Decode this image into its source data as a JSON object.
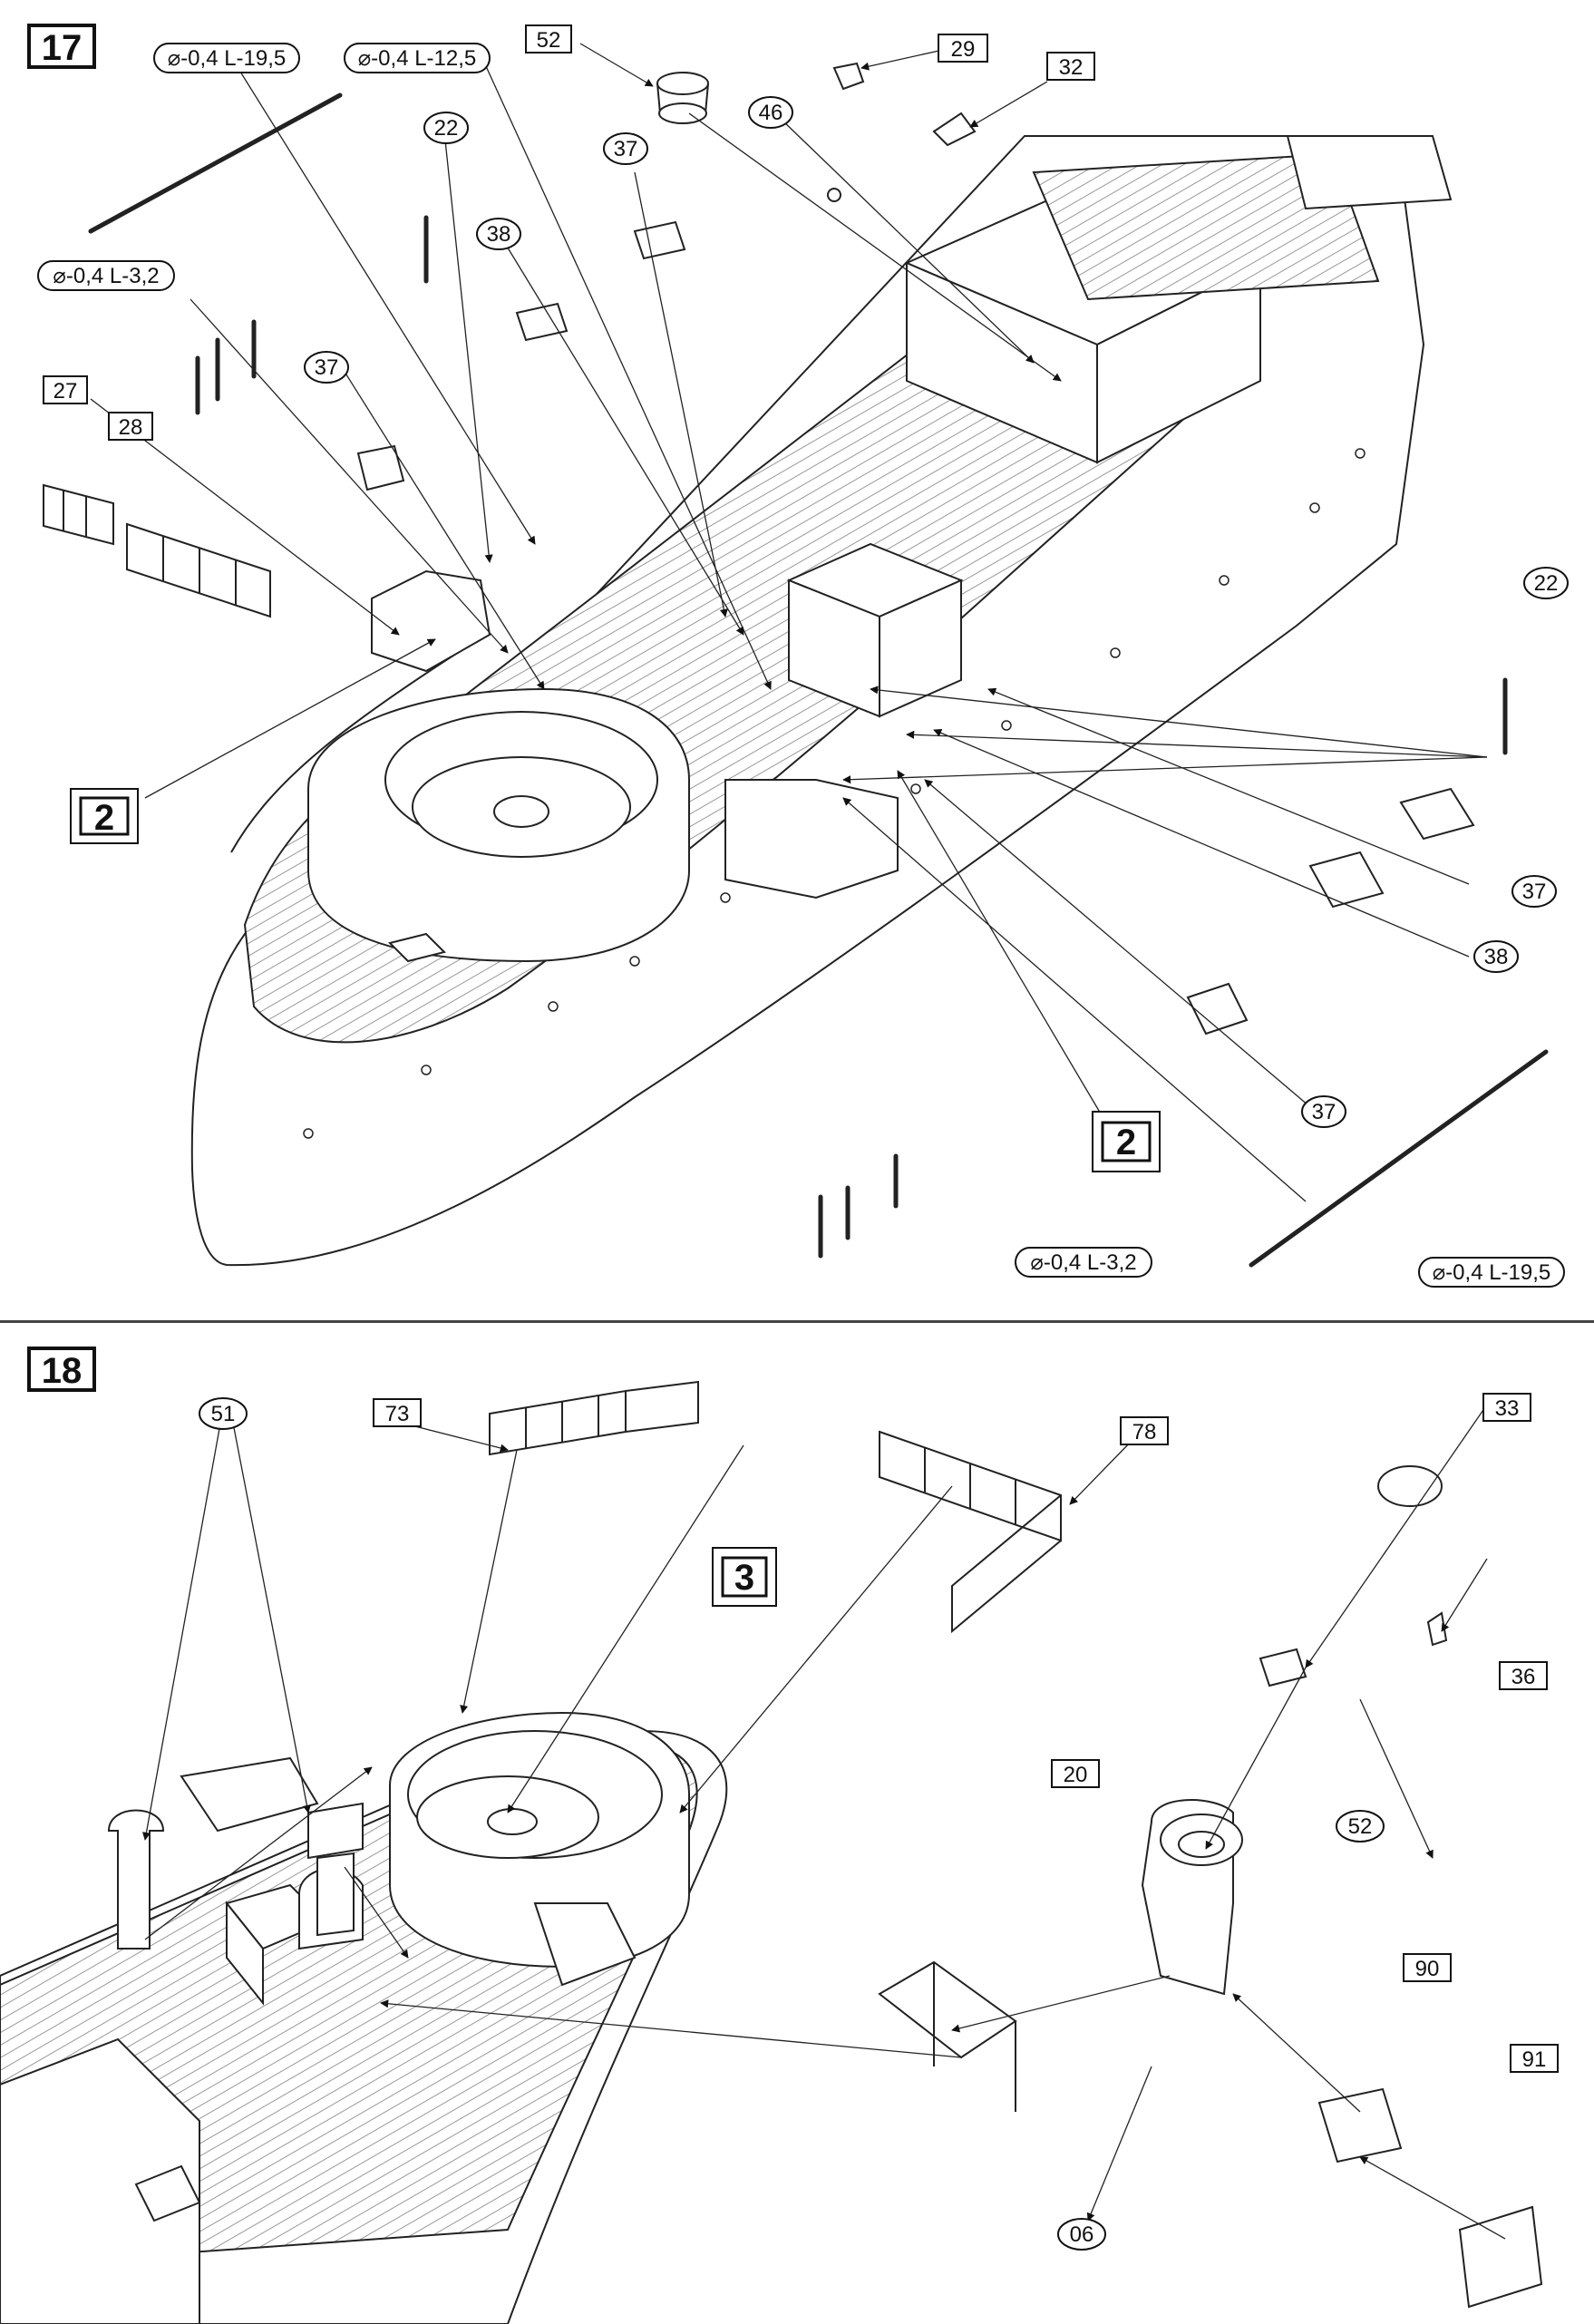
{
  "step17": {
    "number": "17",
    "dims": {
      "rod_long": "⌀-0,4 L-19,5",
      "rod_mid": "⌀-0,4 L-12,5",
      "rod_short": "⌀-0,4 L-3,2",
      "rod_short_b": "⌀-0,4 L-3,2",
      "rod_long_b": "⌀-0,4 L-19,5"
    },
    "parts": {
      "p52": "52",
      "p29": "29",
      "p32": "32",
      "p46": "46",
      "p37a": "37",
      "p22a": "22",
      "p38a": "38",
      "p37b": "37",
      "p27": "27",
      "p28": "28",
      "p22b": "22",
      "p37c": "37",
      "p38b": "38",
      "p37d": "37"
    },
    "subassembly": {
      "a": "2",
      "b": "2"
    }
  },
  "step18": {
    "number": "18",
    "parts": {
      "p51": "51",
      "p73": "73",
      "p78": "78",
      "p33": "33",
      "p36": "36",
      "p52": "52",
      "p20": "20",
      "p90": "90",
      "p91": "91",
      "p06": "06"
    },
    "subassembly": {
      "a": "3"
    }
  }
}
